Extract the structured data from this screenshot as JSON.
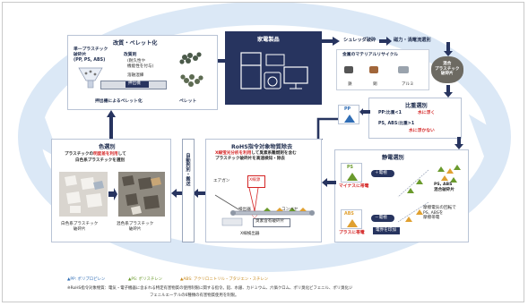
{
  "blocks": {
    "pellet": {
      "title": "改質・ペレット化",
      "single_plastic": "単一プラスチック\n破砕片\n(PP, PS, ABS)",
      "modifier": "改質剤",
      "modifier_note": "(耐久性や\n機能性を付与)",
      "melt": "溶融混練",
      "extruder": "押出機",
      "pellet_by_extruder": "押出機によるペレット化",
      "pellet_label": "ペレット"
    },
    "appliances": {
      "title": "家電製品"
    },
    "shredder": {
      "title": "シュレッダ破砕"
    },
    "magnetic": {
      "title": "磁力・渦電流選別"
    },
    "metal": {
      "title": "金属のマテリアルリサイクル",
      "iron": "鉄",
      "copper": "銅",
      "aluminum": "アルミ"
    },
    "mixed": {
      "label": "混合\nプラスチック\n破砕片"
    },
    "gravity": {
      "title": "比重選別",
      "pp_line": "PP:比重<1",
      "pp_result": "水に浮く",
      "psabs_line": "PS, ABS:比重>1",
      "psabs_result": "水に浮かない"
    },
    "electrostatic": {
      "title": "静電選別",
      "ps_charge": "マイナスに帯電",
      "abs_charge": "プラスに帯電",
      "plus_electrode": "＋電極",
      "minus_electrode": "－電極",
      "mixed_crushed": "PS, ABS\n混合破砕片",
      "rotating_charge": "摩擦電気の回転で\nPS, ABSを\n摩擦帯電",
      "apply_voltage": "電界を印加"
    },
    "rohs": {
      "title": "RoHS指令対象物質除去",
      "desc_red": "X線蛍光分析を利用",
      "desc_rest": "して臭素系難燃剤を含む\nプラスチック破砕片を高速検知・除去",
      "aircon": "エアガン",
      "xray_source": "X線源",
      "detector": "検出器",
      "conveyor": "コンベヤ",
      "bromine": "臭素含有破砕片",
      "xray_unit": "X線検出器"
    },
    "auto": {
      "label": "自動判別・搬送"
    },
    "color": {
      "title": "色選別",
      "desc_a": "プラスチックの",
      "desc_red": "明度差を利用",
      "desc_b": "して",
      "desc_line2": "白色系プラスチックを選別",
      "white": "白色系プラスチック\n破砕片",
      "mixed": "混色系プラスチック\n破砕片"
    },
    "pp_badge": "PP",
    "ps_badge": "PS",
    "abs_badge": "ABS"
  },
  "legend": {
    "pp": "▲PP: ポリプロピレン",
    "ps": "▲PS: ポリスチレン",
    "abs": "▲ABS: アクリロニトリル・ブタジエン・スチレン",
    "note1": "※RoHS指令対象物質：電気・電子機器に含まれる特定有害物質の使用制限に関する指令。鉛、水銀、カドミウム、六価クロム、ポリ臭化ビフェニル、ポリ臭化ジ",
    "note2": "フェニルエーテルの6種類の有害物質使用を制限。"
  },
  "colors": {
    "navy": "#27345f",
    "accent_red": "#d42424",
    "pp_blue": "#2f6db5",
    "ps_green": "#6a9a2c",
    "abs_orange": "#e0a030",
    "cycle_blue": "#d6e6f5"
  }
}
